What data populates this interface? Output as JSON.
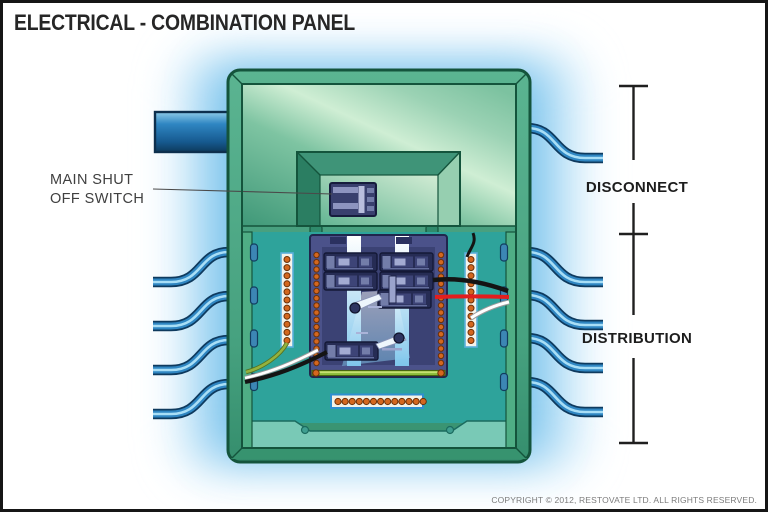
{
  "header": {
    "title": "ELECTRICAL - COMBINATION PANEL"
  },
  "diagram": {
    "subject": "electrical combination panel cutaway illustration",
    "main_label": {
      "line1": "MAIN SHUT",
      "line2": "OFF SWITCH"
    },
    "sections": {
      "top": "DISCONNECT",
      "bottom": "DISTRIBUTION"
    },
    "colors": {
      "glow_blue": "#7ec5ec",
      "panel_green": "#4aa685",
      "panel_outline": "#14543c",
      "interior_teal": "#2ea39b",
      "breaker_navy": "#3b4274",
      "breaker_dark": "#262c54",
      "screw_orange": "#d4671f",
      "cable_blue": "#2f86c2",
      "wire_red": "#e31e1e",
      "wire_black": "#141414",
      "wire_white": "#ffffff",
      "wire_green": "#93b23f"
    }
  },
  "footer": {
    "copyright": "COPYRIGHT © 2012, RESTOVATE LTD. ALL RIGHTS RESERVED."
  }
}
